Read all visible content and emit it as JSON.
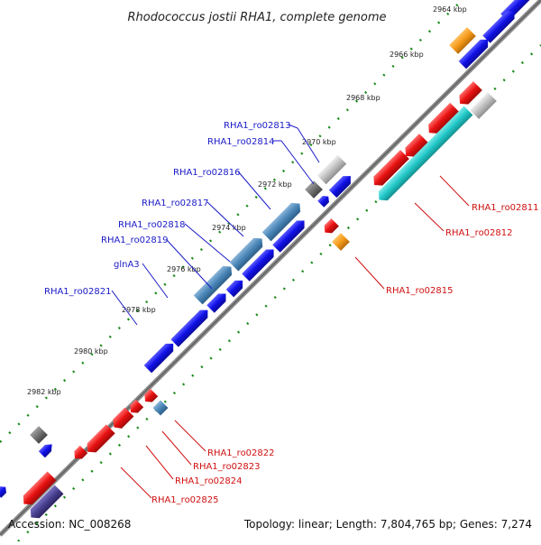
{
  "title": "Rhodococcus jostii RHA1, complete genome",
  "accession": "Accession: NC_008268",
  "summary": "Topology: linear; Length: 7,804,765 bp; Genes: 7,274",
  "colors": {
    "forward_gene": "#1010e8",
    "reverse_gene": "#e81010",
    "highlight_blue": "#4a86b8",
    "cyan": "#22c8c8",
    "orange": "#f59a1a",
    "grey": "#707070",
    "light_grey": "#c0c0c0",
    "purple": "#4a4090",
    "ruler_ticks": "#1a8a1a",
    "backbone": "#7a7a7a",
    "forward_label": "#1a1ac8",
    "reverse_label": "#d01010"
  },
  "ticks": {
    "upper": [
      "2964 kbp",
      "2966 kbp",
      "2968 kbp",
      "2970 kbp",
      "2972 kbp",
      "2974 kbp",
      "2976 kbp",
      "2978 kbp",
      "2980 kbp",
      "2982 kbp"
    ]
  },
  "forward_labels": [
    "RHA1_ro02813",
    "RHA1_ro02814",
    "RHA1_ro02816",
    "RHA1_ro02817",
    "RHA1_ro02818",
    "RHA1_ro02819",
    "glnA3",
    "RHA1_ro02821"
  ],
  "reverse_labels": [
    "RHA1_ro02811",
    "RHA1_ro02812",
    "RHA1_ro02815",
    "RHA1_ro02822",
    "RHA1_ro02823",
    "RHA1_ro02824",
    "RHA1_ro02825"
  ]
}
